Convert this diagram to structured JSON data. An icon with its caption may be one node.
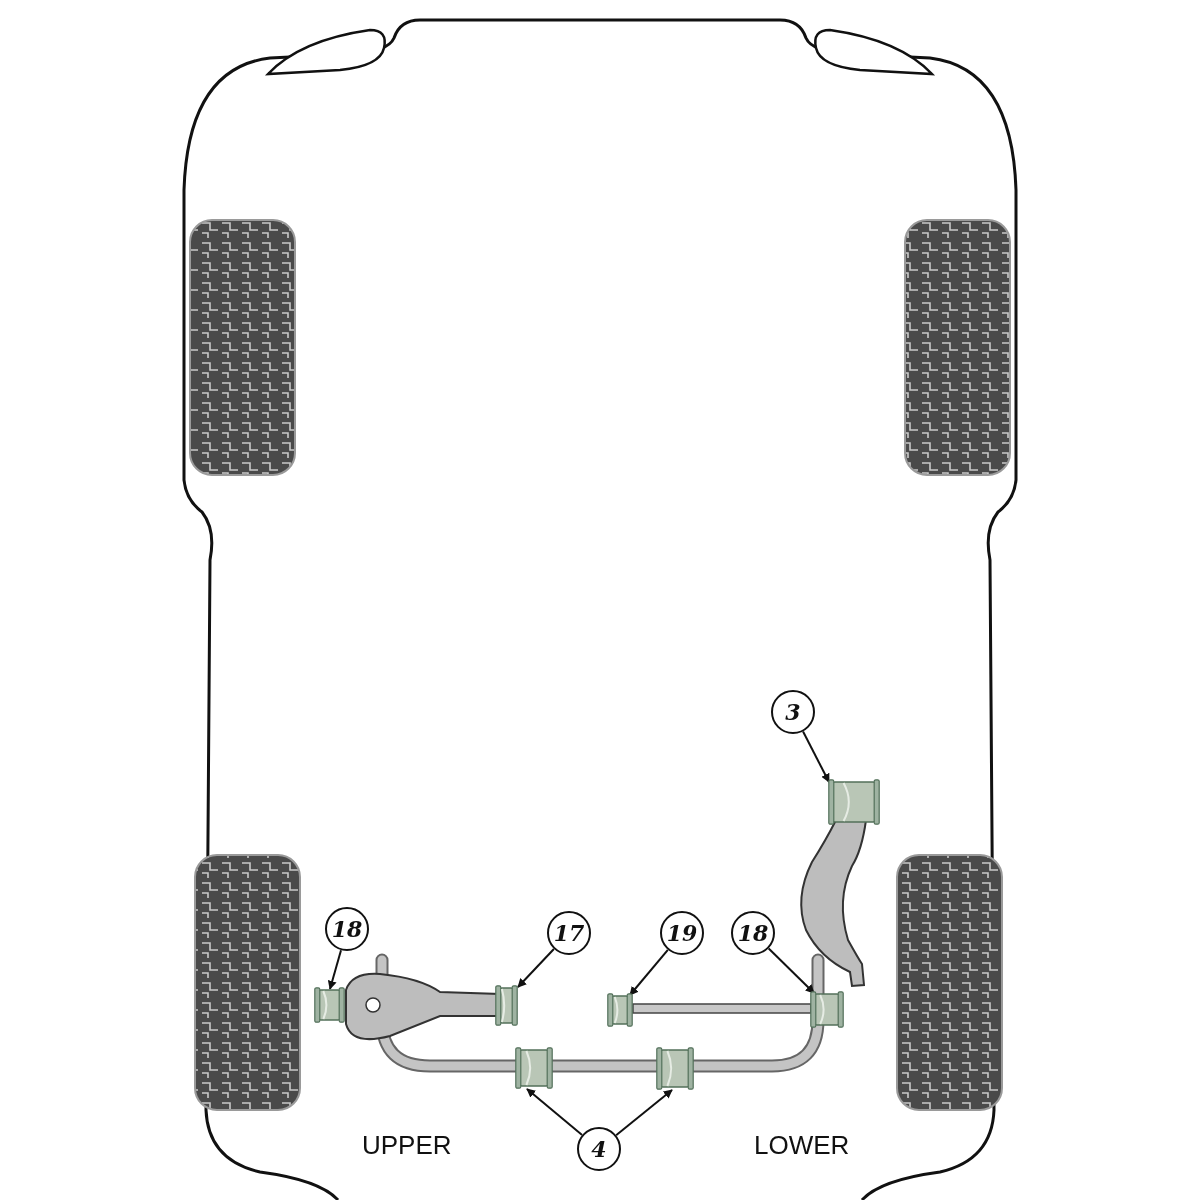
{
  "diagram": {
    "nodes": [
      {
        "text": [
          "3"
        ]
      },
      {
        "text": [
          "18"
        ]
      },
      {
        "text": [
          "17"
        ]
      },
      {
        "text": [
          "19"
        ]
      },
      {
        "text": [
          "18"
        ]
      },
      {
        "text": [
          "4"
        ]
      },
      {
        "text": [],
        "shape": "picture"
      },
      {
        "text": [],
        "shape": "picture"
      },
      {
        "text": [],
        "shape": "picture"
      },
      {
        "text": [],
        "shape": "picture"
      },
      {
        "text": [],
        "shape": "picture"
      },
      {
        "text": [],
        "shape": "picture"
      },
      {
        "text": [],
        "shape": "picture"
      }
    ],
    "edges": [
      {
        "from": 0,
        "to": 12,
        "arrow": "to"
      },
      {
        "from": 1,
        "to": 6,
        "arrow": "to"
      },
      {
        "from": 2,
        "to": 7,
        "arrow": "to"
      },
      {
        "from": 3,
        "to": 9,
        "arrow": "to"
      },
      {
        "from": 4,
        "to": 11,
        "arrow": "to"
      },
      {
        "from": 5,
        "to": 8,
        "arrow": "to"
      },
      {
        "from": 5,
        "to": 10,
        "arrow": "to"
      }
    ],
    "labels": [
      "UPPER",
      "LOWER"
    ]
  }
}
